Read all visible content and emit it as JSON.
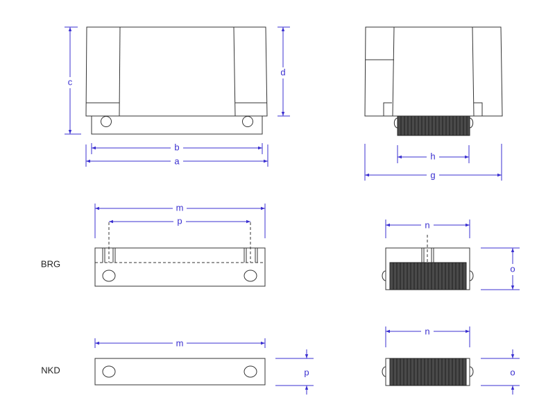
{
  "colors": {
    "dimension": "#3a2fd0",
    "outline": "#333333",
    "rubber": "#4a4a4a"
  },
  "dimensions": {
    "a": "a",
    "b": "b",
    "c": "c",
    "d": "d",
    "g": "g",
    "h": "h",
    "m": "m",
    "p": "p",
    "n": "n",
    "o": "o"
  },
  "variants": {
    "brg": "BRG",
    "nkd": "NKD"
  }
}
